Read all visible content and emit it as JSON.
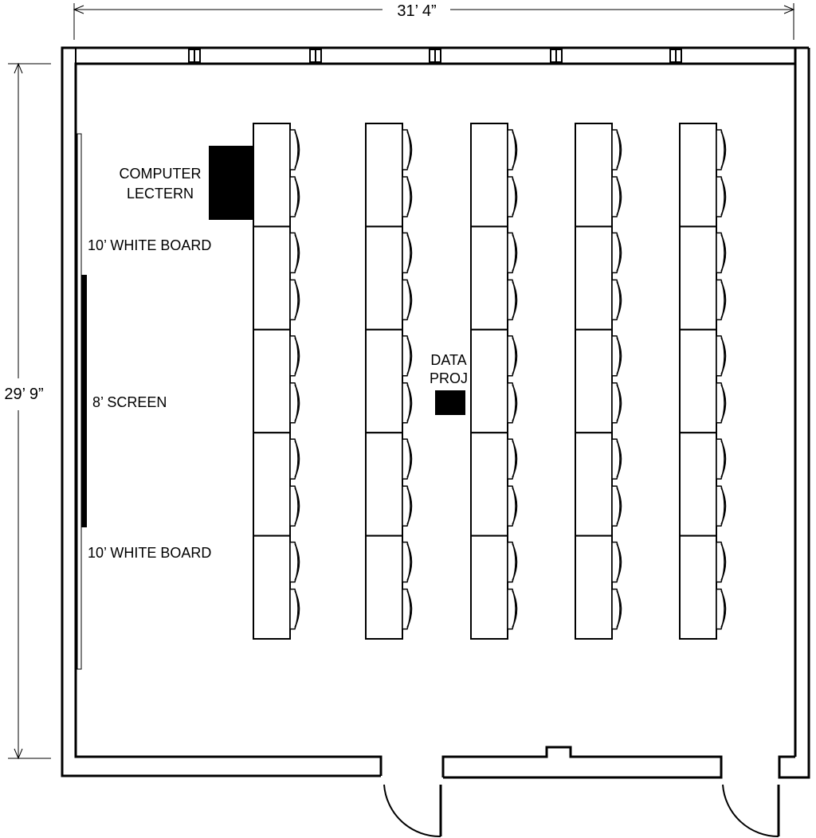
{
  "dimensions": {
    "width_label": "31’ 4”",
    "height_label": "29’ 9”"
  },
  "labels": {
    "lectern_line1": "COMPUTER",
    "lectern_line2": "LECTERN",
    "whiteboard_top": "10’ WHITE BOARD",
    "screen": "8’ SCREEN",
    "whiteboard_bottom": "10’ WHITE BOARD",
    "projector_line1": "DATA",
    "projector_line2": "PROJ"
  },
  "layout": {
    "table_columns": 5,
    "tables_per_column": 5,
    "chairs_per_table": 2
  }
}
